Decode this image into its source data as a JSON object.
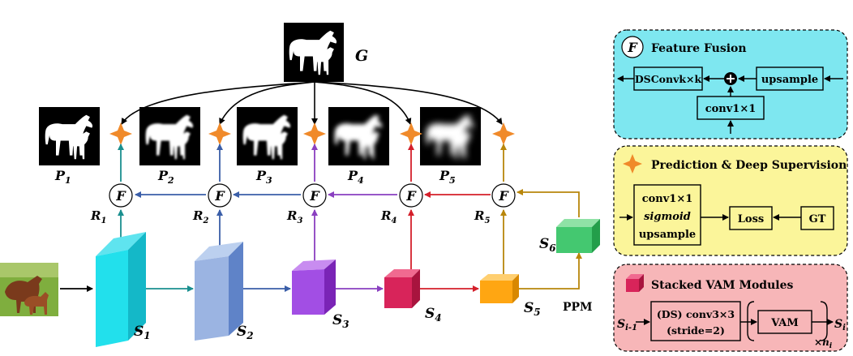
{
  "colors": {
    "teal": "#1a8f8f",
    "blue": "#3a5ea8",
    "purple": "#8a3fc0",
    "red": "#d41f2a",
    "gold": "#b8860b",
    "star": "#f08a2a",
    "fusion_bg": "#7ee7f0",
    "pred_bg": "#fbf59a",
    "vam_bg": "#f7b6b8"
  },
  "gt_label": "G",
  "preds": [
    {
      "main": "P",
      "sub": "1"
    },
    {
      "main": "P",
      "sub": "2"
    },
    {
      "main": "P",
      "sub": "3"
    },
    {
      "main": "P",
      "sub": "4"
    },
    {
      "main": "P",
      "sub": "5"
    }
  ],
  "refines": [
    {
      "main": "R",
      "sub": "1"
    },
    {
      "main": "R",
      "sub": "2"
    },
    {
      "main": "R",
      "sub": "3"
    },
    {
      "main": "R",
      "sub": "4"
    },
    {
      "main": "R",
      "sub": "5"
    }
  ],
  "stages": [
    {
      "main": "S",
      "sub": "1"
    },
    {
      "main": "S",
      "sub": "2"
    },
    {
      "main": "S",
      "sub": "3"
    },
    {
      "main": "S",
      "sub": "4"
    },
    {
      "main": "S",
      "sub": "5"
    },
    {
      "main": "S",
      "sub": "6"
    }
  ],
  "fusion_symbol": "F",
  "ppm_label": "PPM",
  "legend": {
    "fusion": {
      "title": "Feature Fusion",
      "dsconv": "DSConvk×k",
      "upsample": "upsample",
      "conv": "conv1×1"
    },
    "prediction": {
      "title": "Prediction & Deep Supervision",
      "line1": "conv1×1",
      "line2": "sigmoid",
      "line3": "upsample",
      "loss": "Loss",
      "gt": "GT"
    },
    "vam": {
      "title": "Stacked VAM Modules",
      "input_main": "S",
      "input_sub": "i-1",
      "conv_line1": "(DS) conv3×3",
      "conv_line2": "(stride=2)",
      "vam": "VAM",
      "output_main": "S",
      "output_sub": "i",
      "repeat": "×n",
      "repeat_sub": "i"
    }
  }
}
